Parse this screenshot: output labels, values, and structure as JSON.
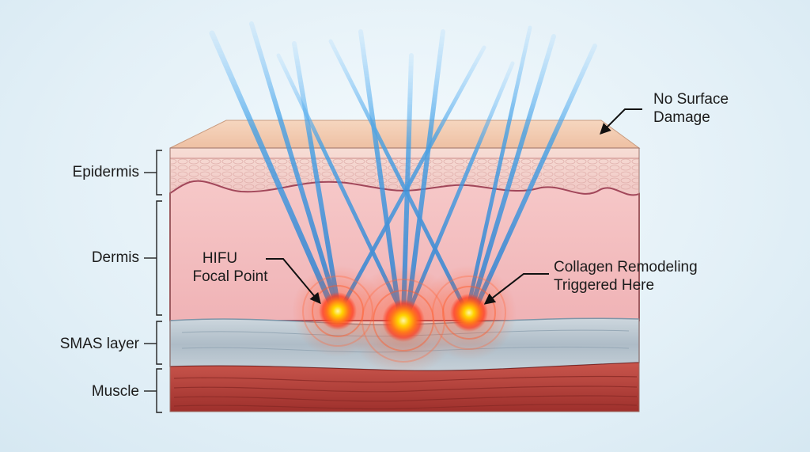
{
  "layers": {
    "epidermis": "Epidermis",
    "dermis": "Dermis",
    "smas": "SMAS layer",
    "muscle": "Muscle"
  },
  "callouts": {
    "surface_line1": "No Surface",
    "surface_line2": "Damage",
    "focal_line1": "HIFU",
    "focal_line2": "Focal Point",
    "collagen_line1": "Collagen Remodeling",
    "collagen_line2": "Triggered Here"
  },
  "colors": {
    "beam": "#4aa6e8",
    "focal_core": "#ffd400",
    "focal_ring": "#ff3b1f",
    "dermis": "#f3b9bc",
    "smas": "#b9c6d0",
    "muscle": "#b8413b",
    "skin_top": "#f1c9ad"
  },
  "icons": {
    "arrows": "arrow-icon",
    "focal": "focal-point-icon"
  }
}
